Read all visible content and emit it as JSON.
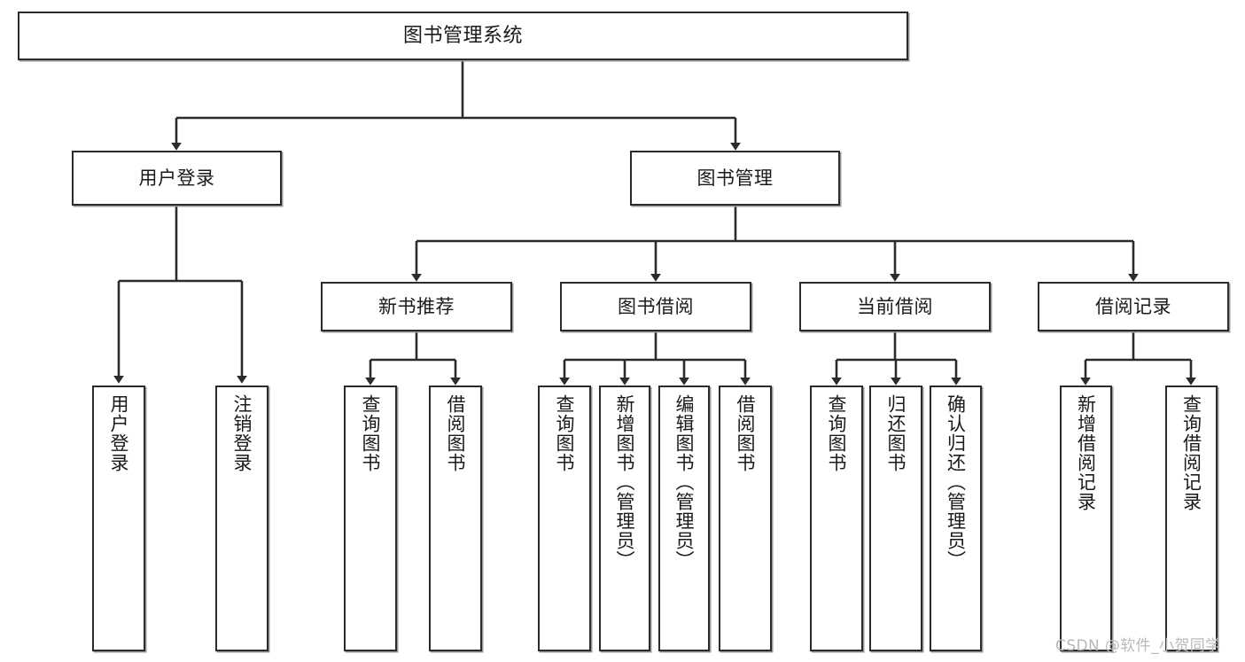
{
  "diagram": {
    "type": "hierarchy-tree",
    "title": "图书管理系统",
    "orientation": "top-down",
    "colors": {
      "node_border": "#2b2b2b",
      "node_fill": "#ffffff",
      "edge": "#2b2b2b",
      "shadow": "#9a9a9a",
      "watermark": "#b9b9b9",
      "background": "#ffffff"
    },
    "root": {
      "label": "图书管理系统"
    },
    "level1": [
      {
        "id": "user-login",
        "label": "用户登录"
      },
      {
        "id": "book-management",
        "label": "图书管理"
      }
    ],
    "level2": [
      {
        "id": "new-book-recommend",
        "label": "新书推荐",
        "parent": "book-management"
      },
      {
        "id": "book-borrow",
        "label": "图书借阅",
        "parent": "book-management"
      },
      {
        "id": "current-borrow",
        "label": "当前借阅",
        "parent": "book-management"
      },
      {
        "id": "borrow-record",
        "label": "借阅记录",
        "parent": "book-management"
      }
    ],
    "leaves": {
      "user_login": [
        {
          "id": "leaf-user-login",
          "label": "用户登录"
        },
        {
          "id": "leaf-logout-login",
          "label": "注销登录"
        }
      ],
      "new_book_recommend": [
        {
          "id": "leaf-query-book-1",
          "label": "查询图书"
        },
        {
          "id": "leaf-borrow-book-1",
          "label": "借阅图书"
        }
      ],
      "book_borrow": [
        {
          "id": "leaf-query-book-2",
          "label": "查询图书"
        },
        {
          "id": "leaf-add-book",
          "label": "新增图书（管理员）"
        },
        {
          "id": "leaf-edit-book",
          "label": "编辑图书（管理员）"
        },
        {
          "id": "leaf-borrow-book-2",
          "label": "借阅图书"
        }
      ],
      "current_borrow": [
        {
          "id": "leaf-query-book-3",
          "label": "查询图书"
        },
        {
          "id": "leaf-return-book",
          "label": "归还图书"
        },
        {
          "id": "leaf-confirm-return",
          "label": "确认归还（管理员）"
        }
      ],
      "borrow_record": [
        {
          "id": "leaf-add-record",
          "label": "新增借阅记录"
        },
        {
          "id": "leaf-query-record",
          "label": "查询借阅记录"
        }
      ]
    }
  },
  "watermark": {
    "text": "CSDN @软件_小贺同学"
  }
}
